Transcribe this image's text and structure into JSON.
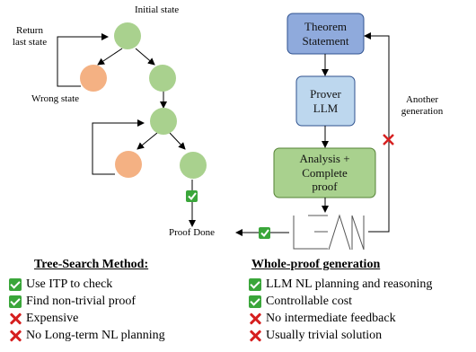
{
  "tree": {
    "initial_state": "Initial state",
    "return_last_state": "Return\nlast state",
    "wrong_state": "Wrong state",
    "proof_done": "Proof Done"
  },
  "pipeline": {
    "theorem_statement": "Theorem\nStatement",
    "prover_llm": "Prover\nLLM",
    "analysis": "Analysis +\nComplete\nproof",
    "lean_logo": "LEAN",
    "another_generation": "Another\ngeneration"
  },
  "colors": {
    "node_green": "#a9d18e",
    "node_orange": "#f4b183",
    "theorem_box": "#8faadc",
    "prover_box": "#bdd7ee",
    "analysis_box": "#a9d18e",
    "check": "#3aa63a",
    "cross": "#d62020"
  },
  "tree_search": {
    "title": "Tree-Search Method:",
    "items": [
      {
        "icon": "check-icon",
        "text": "Use ITP to check"
      },
      {
        "icon": "check-icon",
        "text": "Find non-trivial proof"
      },
      {
        "icon": "cross-icon",
        "text": "Expensive"
      },
      {
        "icon": "cross-icon",
        "text": "No Long-term NL planning"
      }
    ]
  },
  "whole_proof": {
    "title": "Whole-proof generation",
    "items": [
      {
        "icon": "check-icon",
        "text": "LLM NL planning and reasoning"
      },
      {
        "icon": "check-icon",
        "text": "Controllable cost"
      },
      {
        "icon": "cross-icon",
        "text": "No intermediate feedback"
      },
      {
        "icon": "cross-icon",
        "text": "Usually trivial solution"
      }
    ]
  }
}
